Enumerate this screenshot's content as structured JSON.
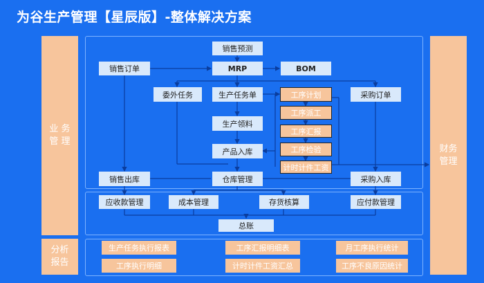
{
  "title": "为谷生产管理【星辰版】-整体解决方案",
  "left_label": {
    "line1": "业 务",
    "line2": "管 理"
  },
  "right_label": {
    "line1": "财务",
    "line2": "管理"
  },
  "report_label": {
    "line1": "分析",
    "line2": "报告"
  },
  "nodes": {
    "sales_forecast": "销售预测",
    "sales_order": "销售订单",
    "mrp": "MRP",
    "bom": "BOM",
    "outsourcing": "委外任务",
    "production_task": "生产任务单",
    "purchase_order": "采购订单",
    "production_picking": "生产领料",
    "product_storage": "产品入库",
    "sales_outbound": "销售出库",
    "warehouse": "仓库管理",
    "purchase_storage": "采购入库"
  },
  "process_steps": [
    "工序计划",
    "工序派工",
    "工序汇报",
    "工序检验",
    "计时计件工资"
  ],
  "finance": {
    "receivable": "应收款管理",
    "cost": "成本管理",
    "inventory": "存货核算",
    "payable": "应付款管理",
    "ledger": "总账"
  },
  "reports": {
    "r1": "生产任务执行报表",
    "r2": "工序汇报明细表",
    "r3": "月工序执行统计",
    "r4": "工序执行明细",
    "r5": "计时计件工资汇总",
    "r6": "工序不良原因统计"
  },
  "colors": {
    "background": "#1a6ff0",
    "box": "#d9e9fb",
    "accent": "#f7c59c",
    "line": "#0a3d9e"
  }
}
